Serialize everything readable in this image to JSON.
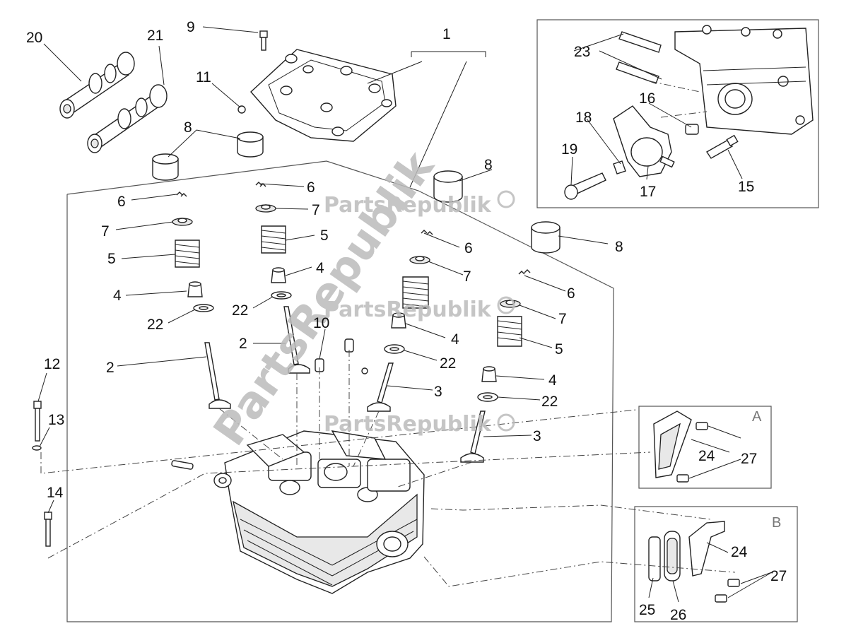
{
  "callouts": [
    "1",
    "2",
    "2",
    "3",
    "3",
    "4",
    "4",
    "4",
    "4",
    "5",
    "5",
    "5",
    "5",
    "6",
    "6",
    "6",
    "6",
    "7",
    "7",
    "7",
    "7",
    "8",
    "8",
    "8",
    "9",
    "10",
    "11",
    "12",
    "13",
    "14",
    "15",
    "16",
    "17",
    "18",
    "19",
    "20",
    "21",
    "22",
    "22",
    "22",
    "22",
    "23",
    "24",
    "24",
    "25",
    "26",
    "27",
    "27",
    "27",
    "27"
  ],
  "inset_a_label": "A",
  "inset_b_label": "B",
  "watermark": "PartsRepublik",
  "watermark_colour": "#bcbcbc"
}
